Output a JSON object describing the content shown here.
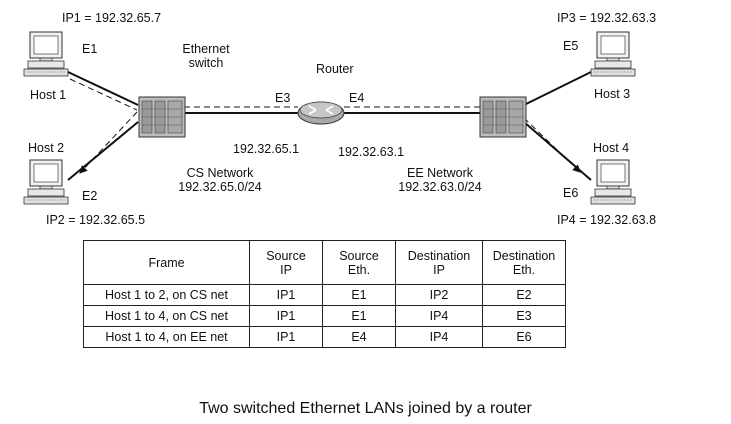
{
  "hosts": {
    "host1": {
      "name": "Host 1",
      "ip": "IP1 = 192.32.65.7",
      "port": "E1"
    },
    "host2": {
      "name": "Host 2",
      "ip": "IP2 = 192.32.65.5",
      "port": "E2"
    },
    "host3": {
      "name": "Host 3",
      "ip": "IP3 = 192.32.63.3",
      "port": "E5"
    },
    "host4": {
      "name": "Host 4",
      "ip": "IP4 = 192.32.63.8",
      "port": "E6"
    }
  },
  "switch_label": [
    "Ethernet",
    "switch"
  ],
  "router": {
    "label": "Router",
    "port_left": "E3",
    "port_right": "E4",
    "ip_left": "192.32.65.1",
    "ip_right": "192.32.63.1"
  },
  "networks": {
    "cs": {
      "name": "CS Network",
      "prefix": "192.32.65.0/24"
    },
    "ee": {
      "name": "EE Network",
      "prefix": "192.32.63.0/24"
    }
  },
  "table": {
    "headers": [
      [
        "Frame"
      ],
      [
        "Source",
        "IP"
      ],
      [
        "Source",
        "Eth."
      ],
      [
        "Destination",
        "IP"
      ],
      [
        "Destination",
        "Eth."
      ]
    ],
    "rows": [
      [
        "Host 1 to 2, on CS net",
        "IP1",
        "E1",
        "IP2",
        "E2"
      ],
      [
        "Host 1 to 4, on CS net",
        "IP1",
        "E1",
        "IP4",
        "E3"
      ],
      [
        "Host 1 to 4, on EE net",
        "IP1",
        "E4",
        "IP4",
        "E6"
      ]
    ]
  },
  "caption": "Two switched Ethernet LANs joined by a router"
}
